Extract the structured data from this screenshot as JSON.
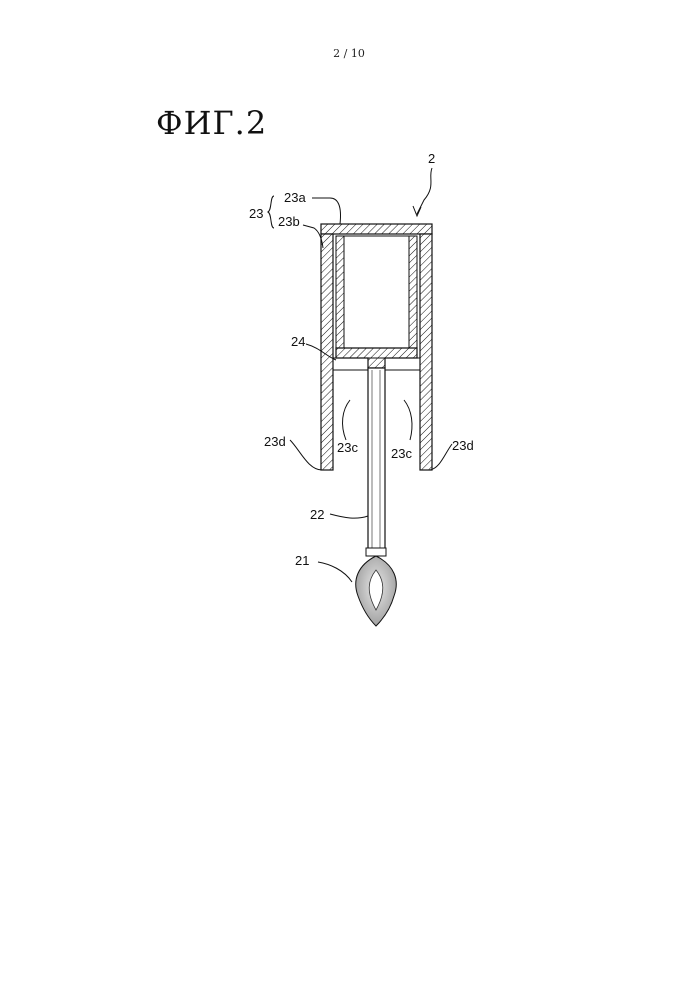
{
  "header": {
    "page_number": "2 / 10"
  },
  "figure": {
    "title": "ФИГ.2",
    "labels": {
      "assembly": "2",
      "cap_group": "23",
      "cap_top": "23a",
      "cap_body": "23b",
      "leg_inner_left": "23c",
      "leg_inner_right": "23c",
      "leg_outer_left": "23d",
      "leg_outer_right": "23d",
      "plug": "24",
      "shaft": "22",
      "tip": "21"
    }
  }
}
